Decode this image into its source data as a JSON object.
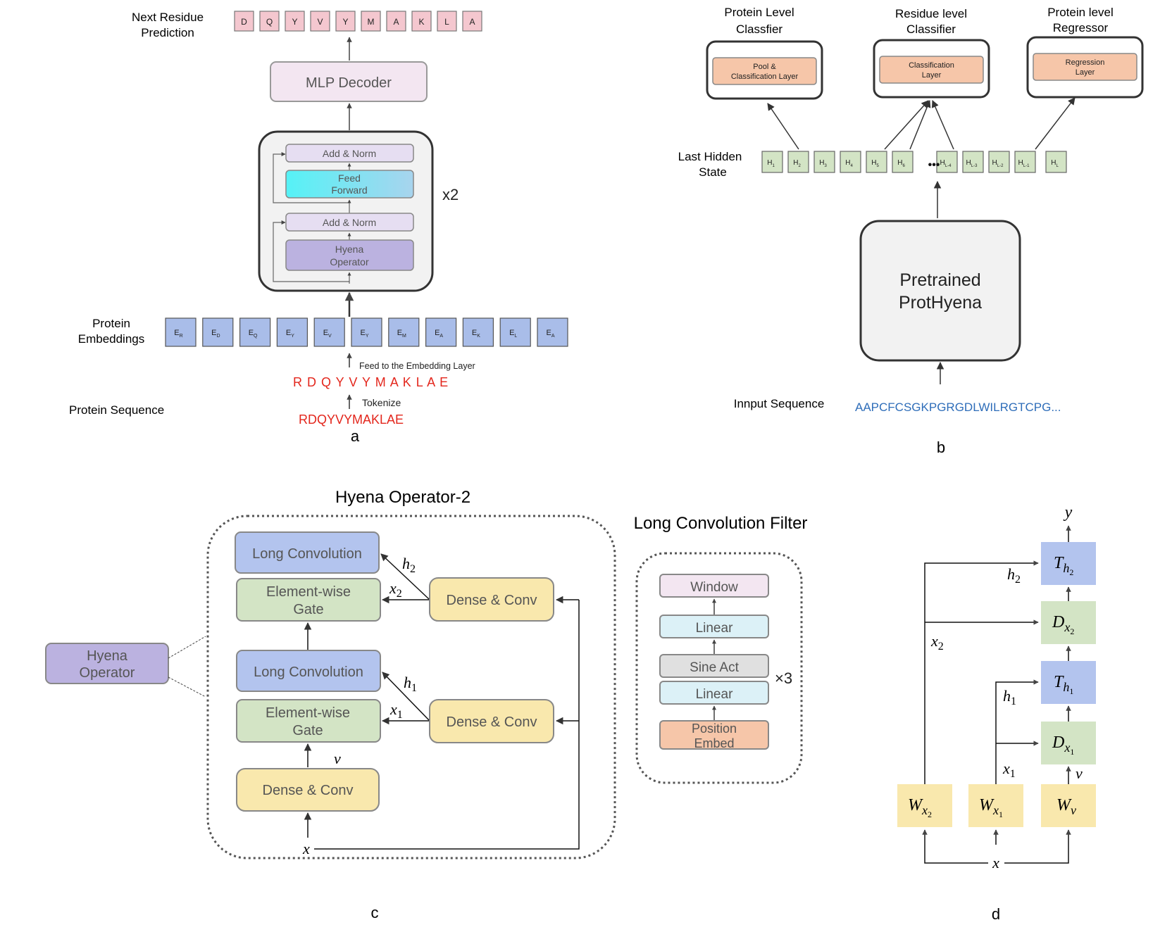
{
  "colors": {
    "pink": "#f4c7cf",
    "lavender": "#f3e6f1",
    "lavender_light": "#e6def2",
    "cyan": "#5ef0f6",
    "purple": "#bbb2e0",
    "blue": "#b3c4ee",
    "embed": "#a9bde9",
    "green": "#d3e4c5",
    "yellow": "#f9e8ad",
    "peach": "#f6c6a9",
    "grey": "#e0e0e0",
    "red_text": "#e3261c",
    "blue_text": "#2e6db9"
  },
  "panel_a": {
    "caption": "a",
    "next_residue_label": [
      "Next Residue",
      "Prediction"
    ],
    "predicted_tokens": [
      "D",
      "Q",
      "Y",
      "V",
      "Y",
      "M",
      "A",
      "K",
      "L",
      "A"
    ],
    "mlp_decoder": "MLP Decoder",
    "block": {
      "add_norm_top": "Add & Norm",
      "feed_forward": [
        "Feed",
        "Forward"
      ],
      "add_norm_bottom": "Add & Norm",
      "hyena_operator": [
        "Hyena",
        "Operator"
      ],
      "repeat": "x2"
    },
    "embeddings_label": [
      "Protein",
      "Embeddings"
    ],
    "embeddings": [
      {
        "base": "E",
        "sub": "R"
      },
      {
        "base": "E",
        "sub": "D"
      },
      {
        "base": "E",
        "sub": "Q"
      },
      {
        "base": "E",
        "sub": "Y"
      },
      {
        "base": "E",
        "sub": "V"
      },
      {
        "base": "E",
        "sub": "Y"
      },
      {
        "base": "E",
        "sub": "M"
      },
      {
        "base": "E",
        "sub": "A"
      },
      {
        "base": "E",
        "sub": "K"
      },
      {
        "base": "E",
        "sub": "L"
      },
      {
        "base": "E",
        "sub": "A"
      }
    ],
    "feed_note": "Feed to the Embedding Layer",
    "tokens_spaced": "R D Q Y V Y M A K L A E",
    "tokenize_note": "Tokenize",
    "raw_sequence": "RDQYVYMAKLAE",
    "sequence_label": "Protein Sequence"
  },
  "panel_b": {
    "caption": "b",
    "heads": [
      {
        "title": [
          "Protein Level",
          "Classfier"
        ],
        "inner": [
          "Pool &",
          "Classification Layer"
        ]
      },
      {
        "title": [
          "Residue level",
          "Classifier"
        ],
        "inner": [
          "Classification",
          "Layer"
        ]
      },
      {
        "title": [
          "Protein level",
          "Regressor"
        ],
        "inner": [
          "Regression",
          "Layer"
        ]
      }
    ],
    "hidden_label": [
      "Last Hidden",
      "State"
    ],
    "hidden_states": [
      {
        "base": "H",
        "sub": "1"
      },
      {
        "base": "H",
        "sub": "2"
      },
      {
        "base": "H",
        "sub": "3"
      },
      {
        "base": "H",
        "sub": "4"
      },
      {
        "base": "H",
        "sub": "5"
      },
      {
        "base": "H",
        "sub": "6"
      },
      {
        "base": "H",
        "sub": "L-4"
      },
      {
        "base": "H",
        "sub": "L-3"
      },
      {
        "base": "H",
        "sub": "L-2"
      },
      {
        "base": "H",
        "sub": "L-1"
      },
      {
        "base": "H",
        "sub": "L"
      }
    ],
    "ellipsis": "•••",
    "model": [
      "Pretrained",
      "ProtHyena"
    ],
    "input_label": "Innput Sequence",
    "input_sequence": "AAPCFCSGKPGRGDLWILRGTCPG..."
  },
  "panel_c": {
    "caption": "c",
    "title": "Hyena Operator-2",
    "side_box": [
      "Hyena",
      "Operator"
    ],
    "long_conv_top": "Long Convolution",
    "gate_top": [
      "Element-wise",
      "Gate"
    ],
    "dense_top": "Dense & Conv",
    "long_conv_mid": "Long Convolution",
    "gate_mid": [
      "Element-wise",
      "Gate"
    ],
    "dense_mid": "Dense & Conv",
    "dense_bottom": "Dense & Conv",
    "labels": {
      "h2": "h",
      "h2_sub": "2",
      "x2": "x",
      "x2_sub": "2",
      "h1": "h",
      "h1_sub": "1",
      "x1": "x",
      "x1_sub": "1",
      "v": "v",
      "x": "x"
    },
    "filter": {
      "title": "Long Convolution Filter",
      "window": "Window",
      "linear_top": "Linear",
      "sine": "Sine Act",
      "linear_bottom": "Linear",
      "pos_embed": [
        "Position",
        "Embed"
      ],
      "repeat": "×3"
    }
  },
  "panel_d": {
    "caption": "d",
    "y": "y",
    "T_h2": {
      "base": "T",
      "sub": "h",
      "subsub": "2"
    },
    "D_x2": {
      "base": "D",
      "sub": "x",
      "subsub": "2"
    },
    "T_h1": {
      "base": "T",
      "sub": "h",
      "subsub": "1"
    },
    "D_x1": {
      "base": "D",
      "sub": "x",
      "subsub": "1"
    },
    "W_x2": {
      "base": "W",
      "sub": "x",
      "subsub": "2"
    },
    "W_x1": {
      "base": "W",
      "sub": "x",
      "subsub": "1"
    },
    "W_v": {
      "base": "W",
      "sub": "v"
    },
    "labels": {
      "h2": "h",
      "h2_sub": "2",
      "x2": "x",
      "x2_sub": "2",
      "h1": "h",
      "h1_sub": "1",
      "x1": "x",
      "x1_sub": "1",
      "v": "v",
      "x": "x"
    }
  }
}
